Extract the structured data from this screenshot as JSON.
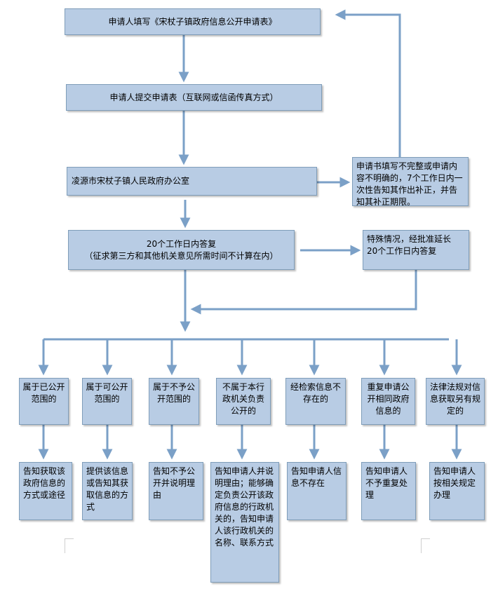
{
  "diagram": {
    "arrow_color": "#7ba0c7",
    "box_fill": "#b8cce4",
    "box_border": "#7f9db9",
    "nodes": {
      "n1": "申请人填写《宋杖子镇政府信息公开申请表》",
      "n2": "申请人提交申请表（互联网或信函传真方式）",
      "n3": "凌源市宋杖子镇人民政府办公室",
      "n4": "20个工作日内答复\n（征求第三方和其他机关意见所需时间不计算在内）",
      "side_incomplete": "申请书填写不完整或申请内容不明确的，7个工作日内一次性告知其作出补正，并告知其补正期限。",
      "side_extend": "特殊情况，经批准延长\n20个工作日内答复"
    },
    "branches": [
      {
        "condition": "属于已公开范围的",
        "result": "告知获取该政府信息的方式或途径"
      },
      {
        "condition": "属于可公开范围的",
        "result": "提供该信息或告知其获取信息的方式"
      },
      {
        "condition": "属于不予公开范围的",
        "result": "告知不予公开并说明理由"
      },
      {
        "condition": "不属于本行政机关负责公开的",
        "result": "告知申请人并说明理由；能够确定负责公开该政府信息的行政机关的，告知申请人该行政机关的名称、联系方式"
      },
      {
        "condition": "经检索信息不存在的",
        "result": "告知申请人信息不存在"
      },
      {
        "condition": "重复申请公开相同政府信息的",
        "result": "告知申请人不予重复处理"
      },
      {
        "condition": "法律法规对信息获取另有规定的",
        "result": "告知申请人按相关规定办理"
      }
    ]
  }
}
